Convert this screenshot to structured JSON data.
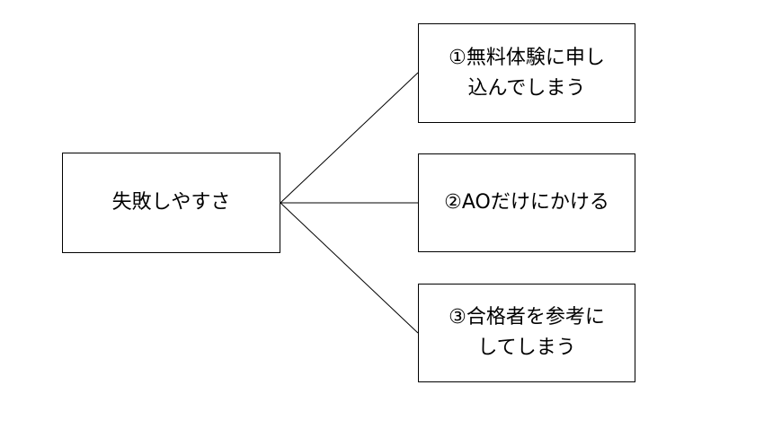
{
  "diagram": {
    "root": {
      "label": "失敗しやすさ"
    },
    "children": [
      {
        "label": "①無料体験に申し\n込んでしまう"
      },
      {
        "label": "②AOだけにかける"
      },
      {
        "label": "③合格者を参考に\nしてしまう"
      }
    ],
    "colors": {
      "border": "#000000",
      "line": "#000000",
      "background": "#ffffff",
      "text": "#000000"
    }
  }
}
